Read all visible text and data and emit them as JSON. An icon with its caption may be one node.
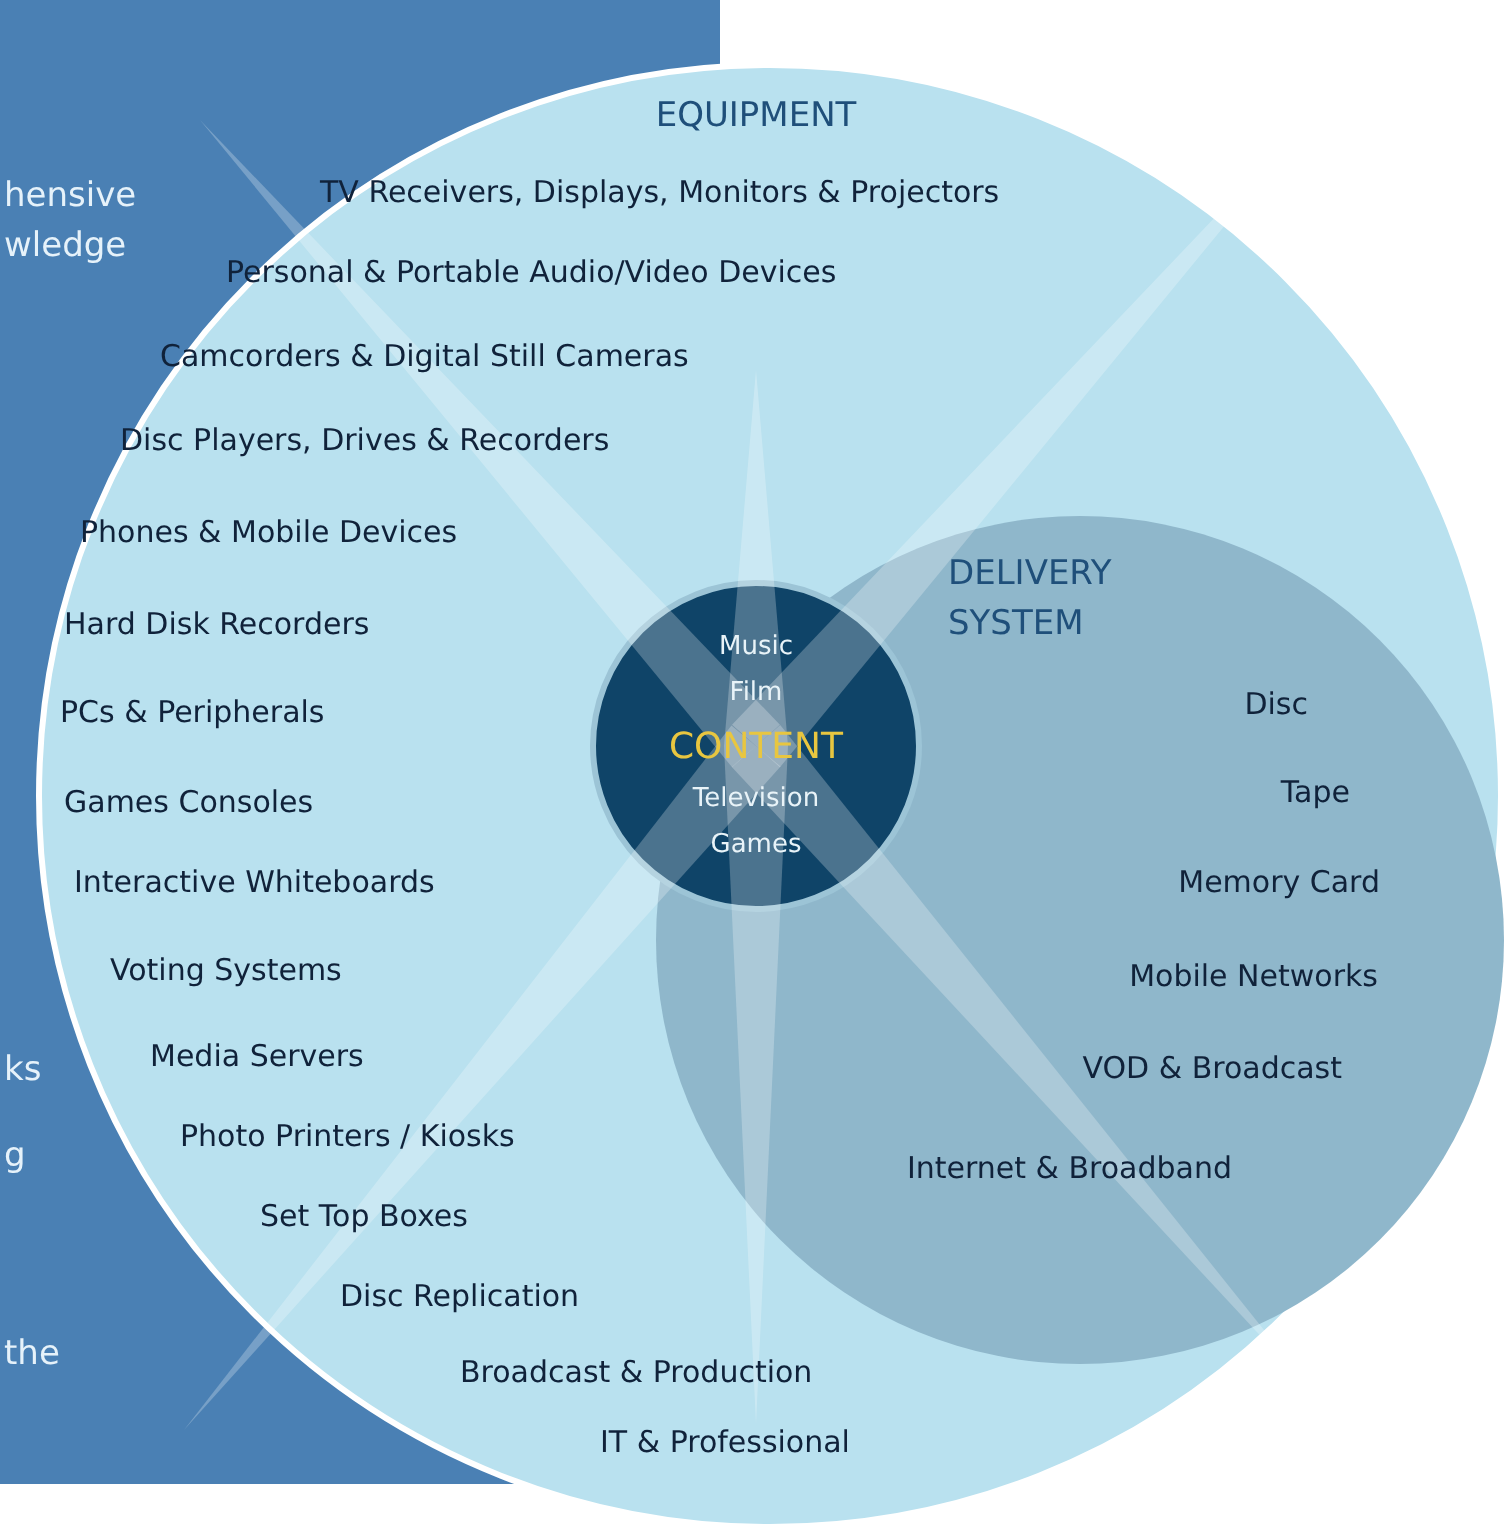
{
  "diagram": {
    "nodes": [
      {
        "text": [
          "EQUIPMENT",
          "TV Receivers, Displays, Monitors & Projectors",
          "Personal & Portable Audio/Video Devices",
          "Camcorders & Digital Still Cameras",
          "Disc Players, Drives & Recorders",
          "Phones & Mobile Devices",
          "Hard Disk Recorders",
          "PCs & Peripherals",
          "Games Consoles",
          "Interactive Whiteboards",
          "Voting Systems",
          "Media Servers",
          "Photo Printers / Kiosks",
          "Set Top Boxes",
          "Disc Replication",
          "Broadcast & Production",
          "IT & Professional"
        ]
      },
      {
        "text": [
          "DELIVERY SYSTEM",
          "Disc",
          "Tape",
          "Memory Card",
          "Mobile Networks",
          "VOD & Broadcast",
          "Internet & Broadband"
        ],
        "in": 0
      },
      {
        "text": [
          "Music",
          "Film",
          "CONTENT",
          "Television",
          "Games"
        ],
        "in": 0
      }
    ],
    "labels": [
      "hensive wledge",
      "ks",
      "g",
      "the"
    ]
  }
}
